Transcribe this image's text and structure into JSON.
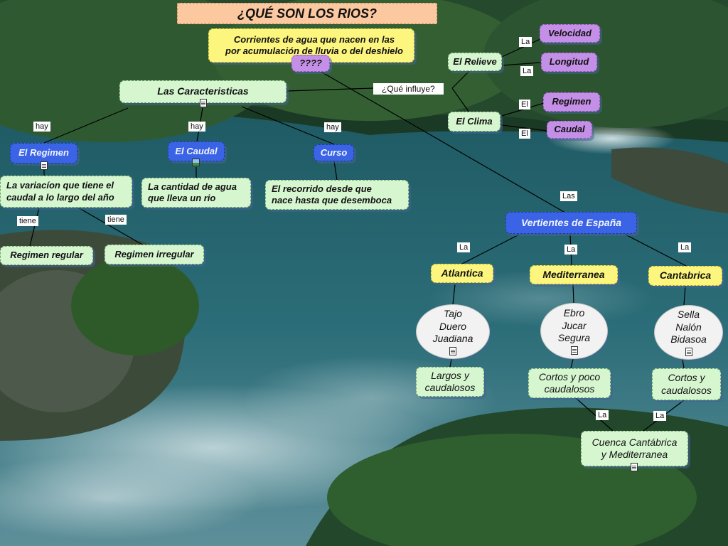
{
  "title": "¿QUÉ SON LOS RIOS?",
  "definition": {
    "line1": "Corrientes de agua que nacen en las",
    "line2": "por acumulación de lluvia o del deshielo",
    "question": "????"
  },
  "caracteristicas": "Las Caracteristicas",
  "influye": {
    "label": "¿Qué influye?",
    "relieve": "El Relieve",
    "velocidad": "Velocidad",
    "longitud": "Longitud",
    "clima": "El Clima",
    "regimen": "Regimen",
    "caudal": "Caudal"
  },
  "branches": {
    "regimen": {
      "title": "El Regimen",
      "desc1": "La variacíon que tiene el",
      "desc2": "caudal a lo largo del año"
    },
    "caudal": {
      "title": "El Caudal",
      "desc1": "La cantidad de agua",
      "desc2": "que lleva un rio"
    },
    "curso": {
      "title": "Curso",
      "desc1": "El recorrido desde que",
      "desc2": "nace hasta que desemboca"
    }
  },
  "regimen_types": {
    "regular": "Regimen regular",
    "irregular": "Regimen irregular"
  },
  "vertientes": {
    "title": "Vertientes de España",
    "atlantica": {
      "name": "Atlantica",
      "rivers": [
        "Tajo",
        "Duero",
        "Juadiana"
      ],
      "desc": [
        "Largos y",
        "caudalosos"
      ]
    },
    "mediterranea": {
      "name": "Mediterranea",
      "rivers": [
        "Ebro",
        "Jucar",
        "Segura"
      ],
      "desc": [
        "Cortos y poco",
        "caudalosos"
      ]
    },
    "cantabrica": {
      "name": "Cantabrica",
      "rivers": [
        "Sella",
        "Nalón",
        "Bidasoa"
      ],
      "desc": [
        "Cortos y",
        "caudalosos"
      ]
    },
    "cuenca": [
      "Cuenca Cantábrica",
      "y Mediterranea"
    ]
  },
  "link_labels": {
    "hay": "hay",
    "tiene": "tiene",
    "la": "La",
    "el": "El",
    "las": "Las"
  },
  "colors": {
    "green_node": "#d6f6d0",
    "purple_node": "#c48fe6",
    "blue_node": "#3a63e6",
    "yellow_node": "#fdf67e",
    "title_node": "#fbc8a0"
  }
}
